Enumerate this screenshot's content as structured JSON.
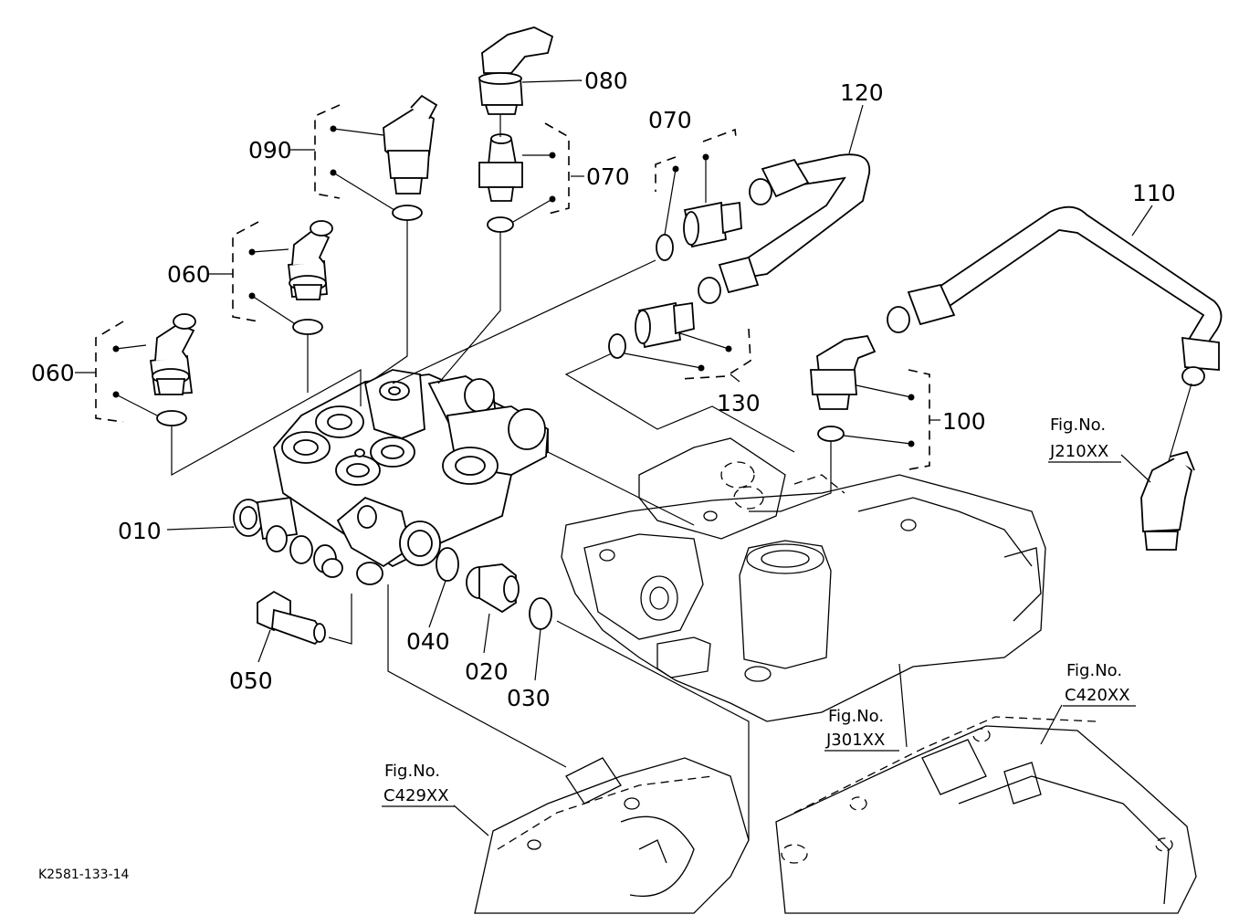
{
  "diagram_code": "K2581-133-14",
  "callouts": {
    "p010": "010",
    "p020": "020",
    "p030": "030",
    "p040": "040",
    "p050": "050",
    "p060a": "060",
    "p060b": "060",
    "p070a": "070",
    "p070b": "070",
    "p080": "080",
    "p090": "090",
    "p100": "100",
    "p110": "110",
    "p120": "120",
    "p130": "130"
  },
  "figure_refs": {
    "j210": {
      "label": "Fig.No.",
      "code": "J210XX"
    },
    "c420": {
      "label": "Fig.No.",
      "code": "C420XX"
    },
    "j301": {
      "label": "Fig.No.",
      "code": "J301XX"
    },
    "c429": {
      "label": "Fig.No.",
      "code": "C429XX"
    }
  }
}
